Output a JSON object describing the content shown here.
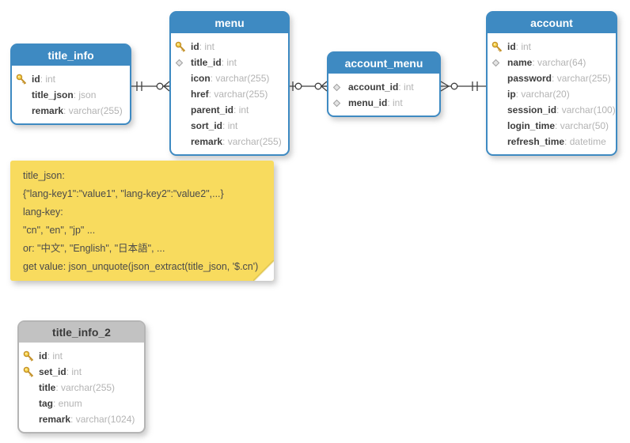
{
  "colors": {
    "table_header_blue": "#3e8ac2",
    "table_header_gray": "#c2c2c2",
    "table_border_gray": "#b5b5b5",
    "note_background": "#f8db5e",
    "relationship_line": "#3f3f3f",
    "column_name_text": "#3d3d3d",
    "column_type_text": "#b3b3b3"
  },
  "ui": {
    "colon": ": "
  },
  "tables": [
    {
      "name": "title_info",
      "header_style": "blue",
      "columns": [
        {
          "icon": "key",
          "name": "id",
          "type": "int"
        },
        {
          "icon": "none",
          "name": "title_json",
          "type": "json"
        },
        {
          "icon": "none",
          "name": "remark",
          "type": "varchar(255)"
        }
      ]
    },
    {
      "name": "menu",
      "header_style": "blue",
      "columns": [
        {
          "icon": "key",
          "name": "id",
          "type": "int"
        },
        {
          "icon": "diamond",
          "name": "title_id",
          "type": "int"
        },
        {
          "icon": "none",
          "name": "icon",
          "type": "varchar(255)"
        },
        {
          "icon": "none",
          "name": "href",
          "type": "varchar(255)"
        },
        {
          "icon": "none",
          "name": "parent_id",
          "type": "int"
        },
        {
          "icon": "none",
          "name": "sort_id",
          "type": "int"
        },
        {
          "icon": "none",
          "name": "remark",
          "type": "varchar(255)"
        }
      ]
    },
    {
      "name": "account_menu",
      "header_style": "blue",
      "columns": [
        {
          "icon": "diamond",
          "name": "account_id",
          "type": "int"
        },
        {
          "icon": "diamond",
          "name": "menu_id",
          "type": "int"
        }
      ]
    },
    {
      "name": "account",
      "header_style": "blue",
      "columns": [
        {
          "icon": "key",
          "name": "id",
          "type": "int"
        },
        {
          "icon": "diamond",
          "name": "name",
          "type": "varchar(64)"
        },
        {
          "icon": "none",
          "name": "password",
          "type": "varchar(255)"
        },
        {
          "icon": "none",
          "name": "ip",
          "type": "varchar(20)"
        },
        {
          "icon": "none",
          "name": "session_id",
          "type": "varchar(100)"
        },
        {
          "icon": "none",
          "name": "login_time",
          "type": "varchar(50)"
        },
        {
          "icon": "none",
          "name": "refresh_time",
          "type": "datetime"
        }
      ]
    },
    {
      "name": "title_info_2",
      "header_style": "gray",
      "columns": [
        {
          "icon": "key",
          "name": "id",
          "type": "int"
        },
        {
          "icon": "key",
          "name": "set_id",
          "type": "int"
        },
        {
          "icon": "none",
          "name": "title",
          "type": "varchar(255)"
        },
        {
          "icon": "none",
          "name": "tag",
          "type": "enum"
        },
        {
          "icon": "none",
          "name": "remark",
          "type": "varchar(1024)"
        }
      ]
    }
  ],
  "note": {
    "lines": [
      "title_json:",
      "{\"lang-key1\":\"value1\", \"lang-key2\":\"value2\",...}",
      "lang-key:",
      "\"cn\", \"en\", \"jp\" ...",
      "or: \"中文\", \"English\", \"日本語\", ...",
      "get value: json_unquote(json_extract(title_json, '$.cn')"
    ]
  },
  "relationships": [
    {
      "from": "title_info",
      "to": "menu",
      "from_cardinality": "exactly-one",
      "to_cardinality": "zero-or-many"
    },
    {
      "from": "menu",
      "to": "account_menu",
      "from_cardinality": "zero-or-one",
      "to_cardinality": "zero-or-many"
    },
    {
      "from": "account_menu",
      "to": "account",
      "from_cardinality": "zero-or-many",
      "to_cardinality": "exactly-one"
    }
  ]
}
